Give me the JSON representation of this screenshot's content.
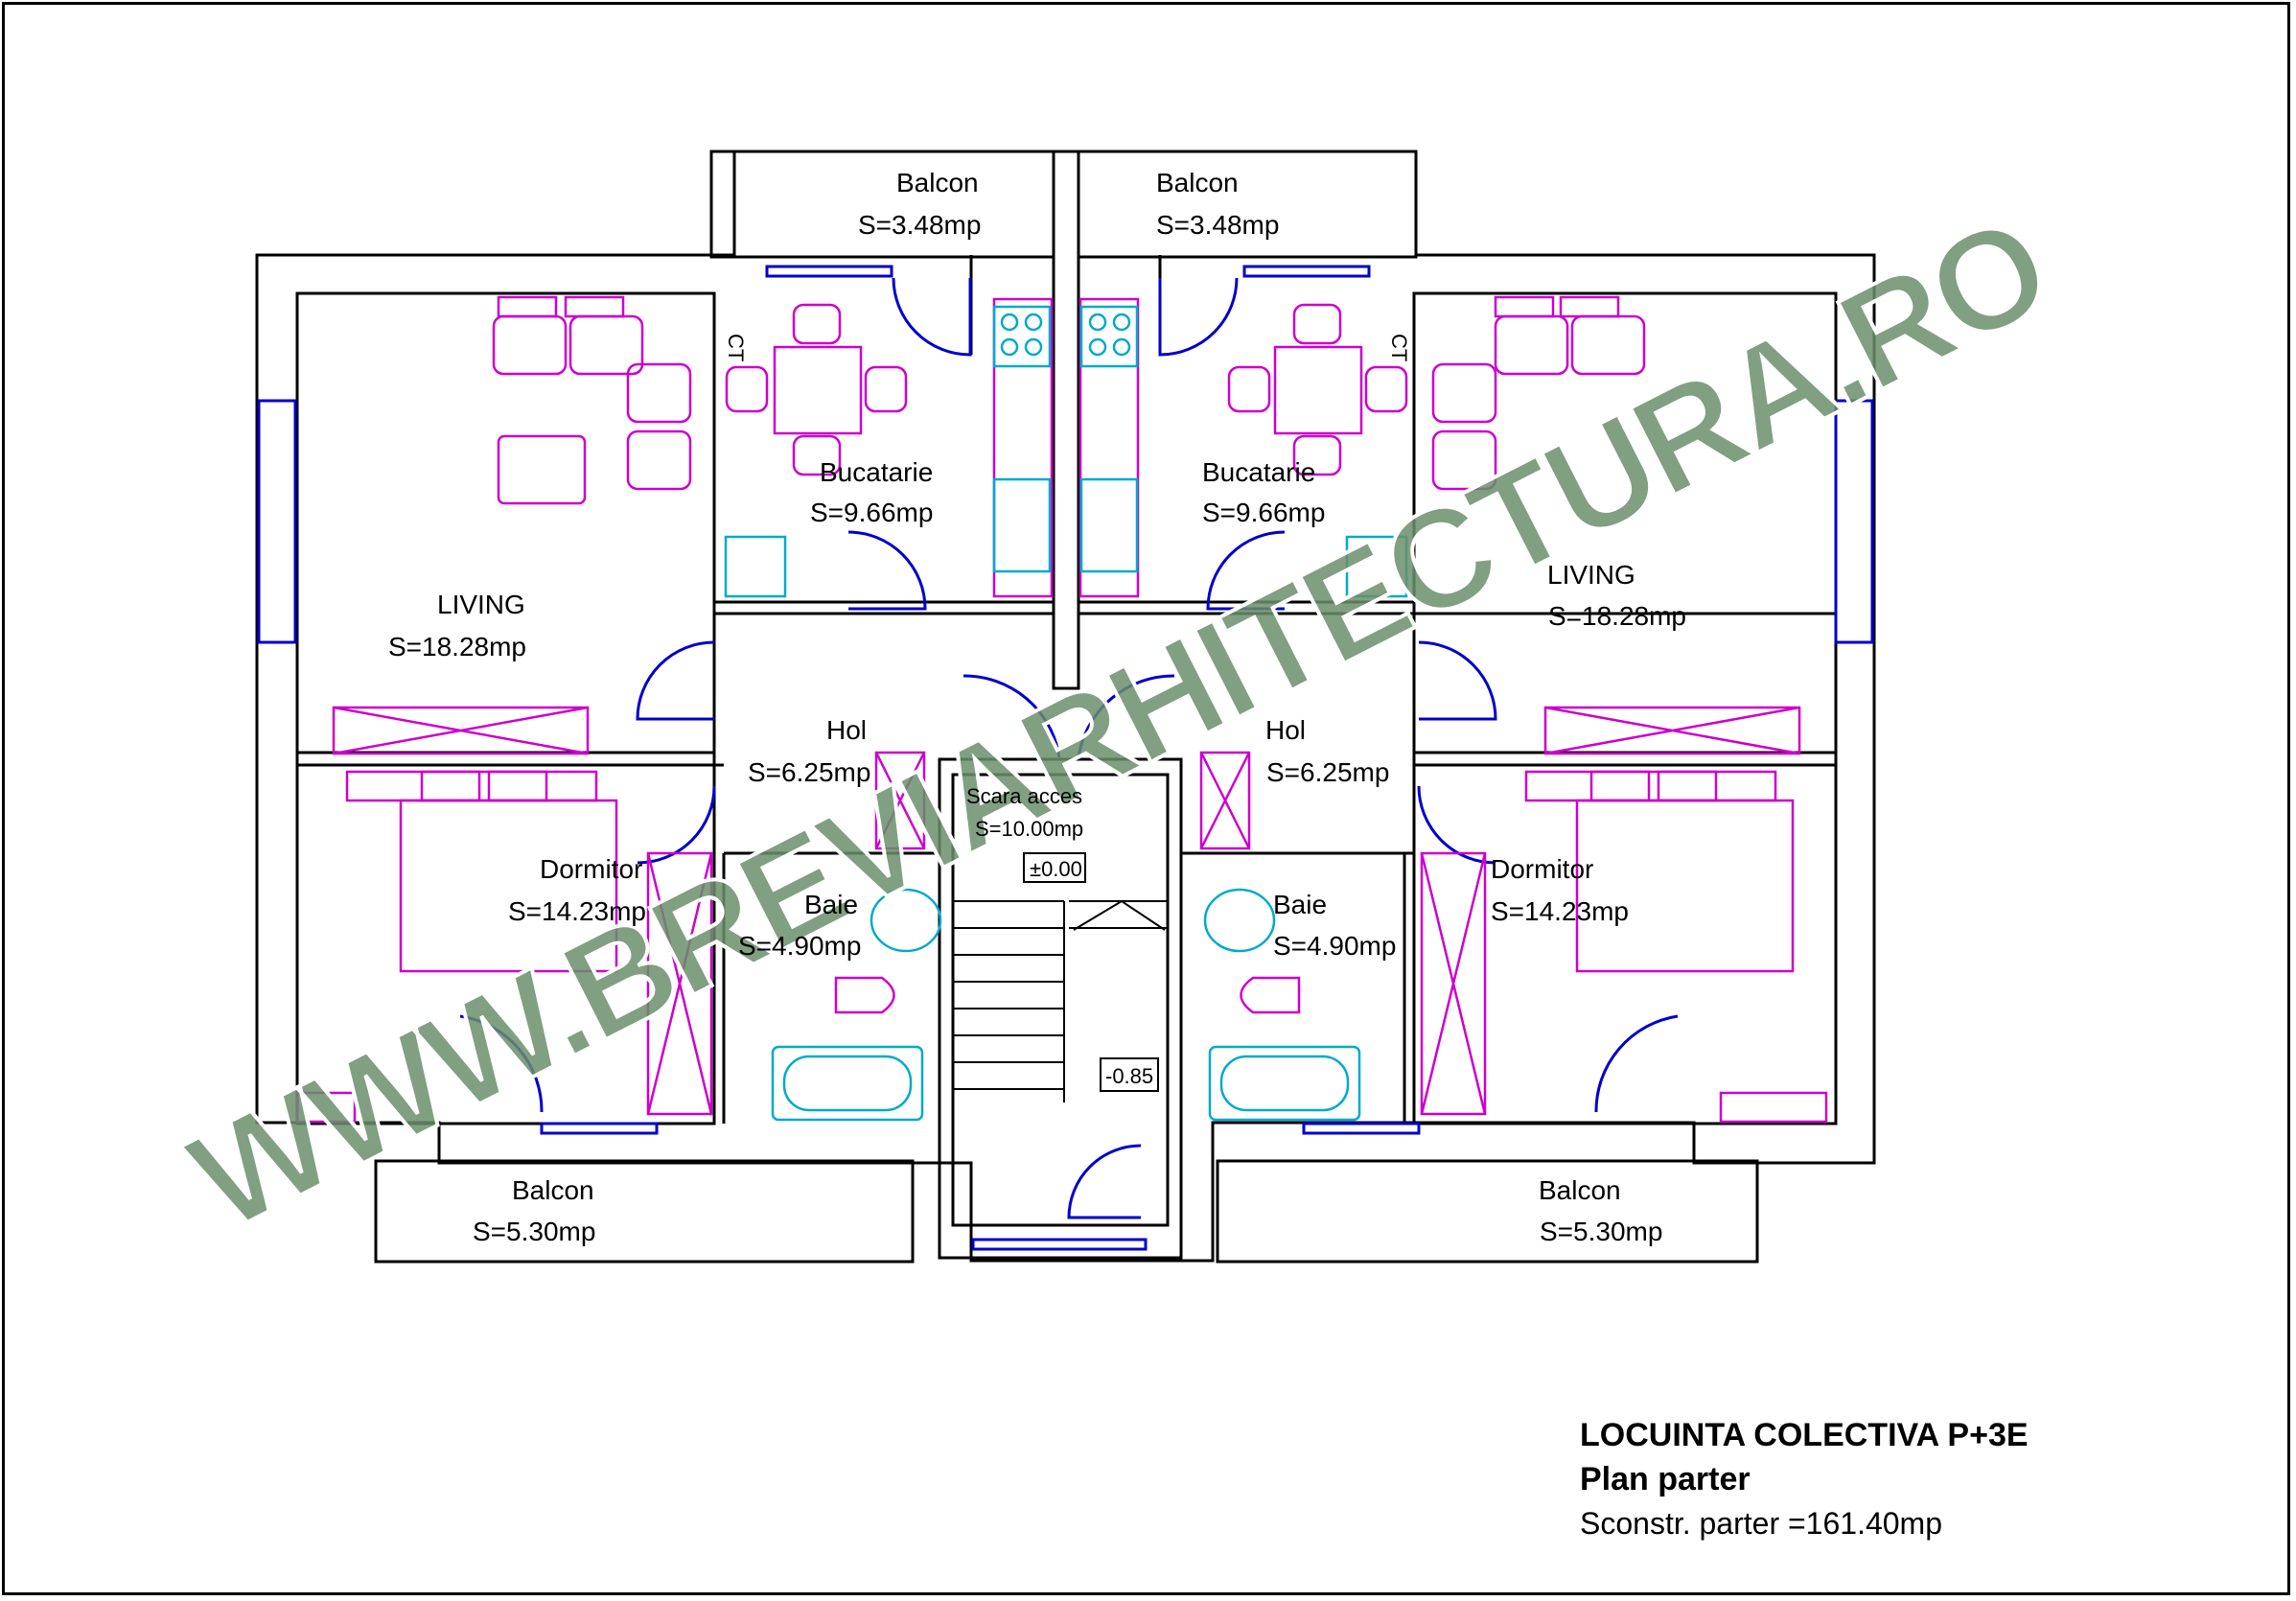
{
  "title_block": {
    "project": "LOCUINTA COLECTIVA P+3E",
    "sheet": "Plan parter",
    "area": "Sconstr. parter =161.40mp"
  },
  "watermark": "WWW.BREVIARHITECTURA.RO",
  "rooms": {
    "balcon_top_left": {
      "name": "Balcon",
      "area": "S=3.48mp"
    },
    "balcon_top_right": {
      "name": "Balcon",
      "area": "S=3.48mp"
    },
    "bucatarie_left": {
      "name": "Bucatarie",
      "area": "S=9.66mp"
    },
    "bucatarie_right": {
      "name": "Bucatarie",
      "area": "S=9.66mp"
    },
    "living_left": {
      "name": "LIVING",
      "area": "S=18.28mp"
    },
    "living_right": {
      "name": "LIVING",
      "area": "S=18.28mp"
    },
    "hol_left": {
      "name": "Hol",
      "area": "S=6.25mp"
    },
    "hol_right": {
      "name": "Hol",
      "area": "S=6.25mp"
    },
    "scara": {
      "name": "Scara acces",
      "area": "S=10.00mp"
    },
    "dormitor_left": {
      "name": "Dormitor",
      "area": "S=14.23mp"
    },
    "dormitor_right": {
      "name": "Dormitor",
      "area": "S=14.23mp"
    },
    "baie_left": {
      "name": "Baie",
      "area": "S=4.90mp"
    },
    "baie_right": {
      "name": "Baie",
      "area": "S=4.90mp"
    },
    "balcon_bottom_left": {
      "name": "Balcon",
      "area": "S=5.30mp"
    },
    "balcon_bottom_right": {
      "name": "Balcon",
      "area": "S=5.30mp"
    }
  },
  "levels": {
    "upper": "±0.00",
    "lower": "-0.85"
  },
  "boiler_tag": "CT",
  "colors": {
    "walls": "#000000",
    "furniture": "#cc00cc",
    "openings": "#0000cc",
    "fixtures": "#00aacc",
    "watermark": "#6b8e6b"
  }
}
